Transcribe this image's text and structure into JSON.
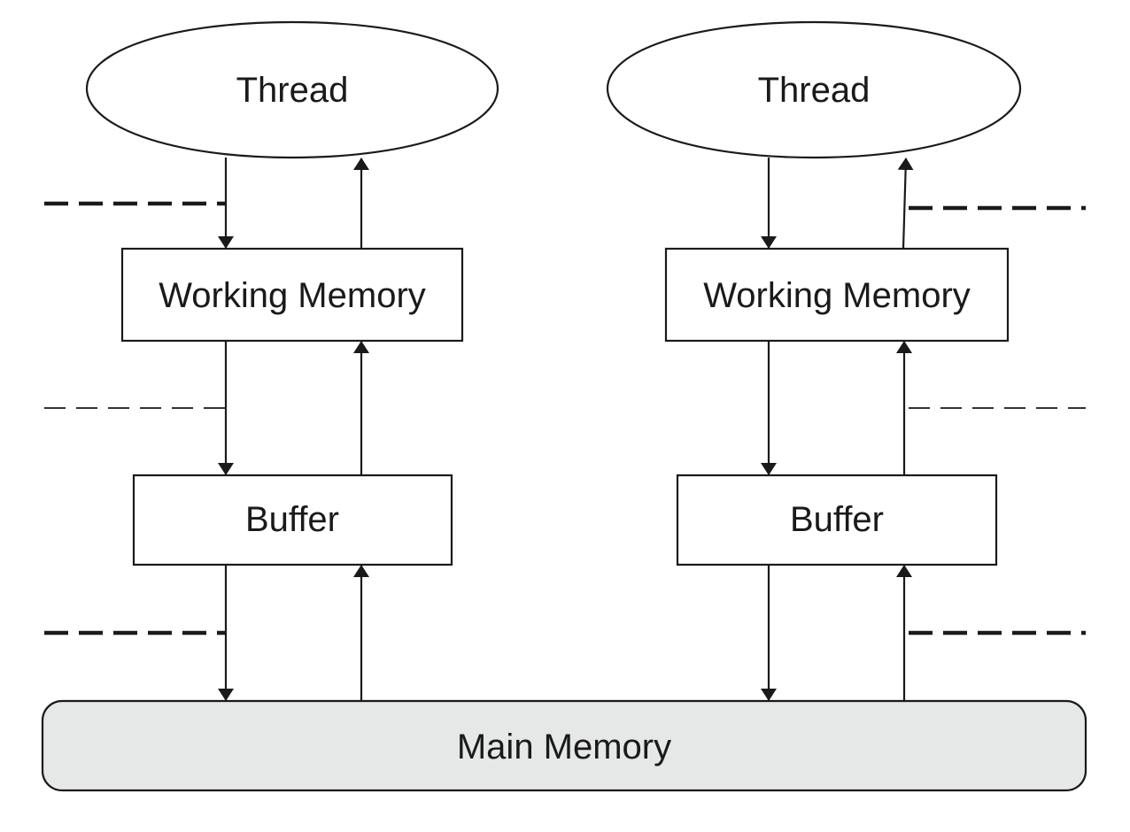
{
  "nodes": {
    "left_thread": "Thread",
    "right_thread": "Thread",
    "left_working_memory": "Working Memory",
    "right_working_memory": "Working Memory",
    "left_buffer": "Buffer",
    "right_buffer": "Buffer",
    "main_memory": "Main Memory"
  },
  "colors": {
    "main_memory_fill": "#e6e7e7",
    "stroke": "#1a1a1a",
    "background": "#ffffff"
  }
}
